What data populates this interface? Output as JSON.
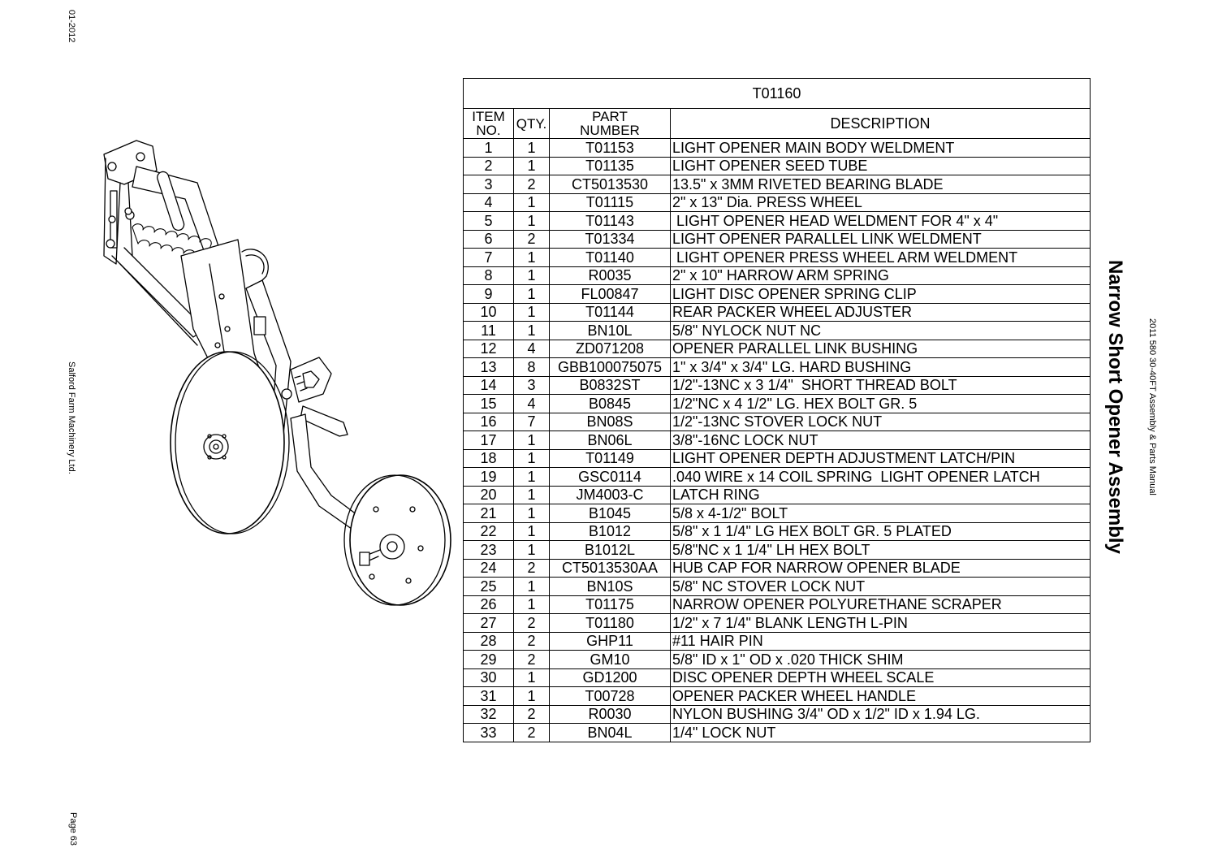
{
  "margin": {
    "date": "01-2012",
    "company": "Salford Farm Machinery Ltd.",
    "page": "Page 63"
  },
  "header": {
    "title": "Narrow Short Opener Assembly",
    "manual": "2011 580 30-40FT Assembly & Parts Manual"
  },
  "table": {
    "assembly_number": "T01160",
    "columns": {
      "item_line1": "ITEM",
      "item_line2": "NO.",
      "qty": "QTY.",
      "part_line1": "PART",
      "part_line2": "NUMBER",
      "desc": "DESCRIPTION"
    },
    "rows": [
      {
        "item": "1",
        "qty": "1",
        "part": "T01153",
        "desc": "LIGHT OPENER MAIN BODY WELDMENT"
      },
      {
        "item": "2",
        "qty": "1",
        "part": "T01135",
        "desc": "LIGHT OPENER SEED TUBE"
      },
      {
        "item": "3",
        "qty": "2",
        "part": "CT5013530",
        "desc": "13.5\" x 3MM RIVETED BEARING BLADE"
      },
      {
        "item": "4",
        "qty": "1",
        "part": "T01115",
        "desc": "2\" x 13\" Dia. PRESS WHEEL"
      },
      {
        "item": "5",
        "qty": "1",
        "part": "T01143",
        "desc": " LIGHT OPENER HEAD WELDMENT FOR 4\" x 4\""
      },
      {
        "item": "6",
        "qty": "2",
        "part": "T01334",
        "desc": "LIGHT OPENER PARALLEL LINK WELDMENT"
      },
      {
        "item": "7",
        "qty": "1",
        "part": "T01140",
        "desc": " LIGHT OPENER PRESS WHEEL ARM WELDMENT"
      },
      {
        "item": "8",
        "qty": "1",
        "part": "R0035",
        "desc": "2\" x 10\" HARROW ARM SPRING"
      },
      {
        "item": "9",
        "qty": "1",
        "part": "FL00847",
        "desc": "LIGHT DISC OPENER SPRING CLIP"
      },
      {
        "item": "10",
        "qty": "1",
        "part": "T01144",
        "desc": "REAR PACKER WHEEL ADJUSTER"
      },
      {
        "item": "11",
        "qty": "1",
        "part": "BN10L",
        "desc": "5/8\" NYLOCK NUT NC"
      },
      {
        "item": "12",
        "qty": "4",
        "part": "ZD071208",
        "desc": "OPENER PARALLEL LINK BUSHING"
      },
      {
        "item": "13",
        "qty": "8",
        "part": "GBB100075075",
        "desc": "1\" x 3/4\" x 3/4\" LG. HARD BUSHING"
      },
      {
        "item": "14",
        "qty": "3",
        "part": "B0832ST",
        "desc": "1/2\"-13NC x 3 1/4\"  SHORT THREAD BOLT"
      },
      {
        "item": "15",
        "qty": "4",
        "part": "B0845",
        "desc": "1/2\"NC x 4 1/2\" LG. HEX BOLT GR. 5"
      },
      {
        "item": "16",
        "qty": "7",
        "part": "BN08S",
        "desc": "1/2\"-13NC STOVER LOCK NUT"
      },
      {
        "item": "17",
        "qty": "1",
        "part": "BN06L",
        "desc": "3/8\"-16NC LOCK NUT"
      },
      {
        "item": "18",
        "qty": "1",
        "part": "T01149",
        "desc": "LIGHT OPENER DEPTH ADJUSTMENT LATCH/PIN"
      },
      {
        "item": "19",
        "qty": "1",
        "part": "GSC0114",
        "desc": ".040 WIRE x 14 COIL SPRING  LIGHT OPENER LATCH"
      },
      {
        "item": "20",
        "qty": "1",
        "part": "JM4003-C",
        "desc": "LATCH RING"
      },
      {
        "item": "21",
        "qty": "1",
        "part": "B1045",
        "desc": "5/8 x 4-1/2\" BOLT"
      },
      {
        "item": "22",
        "qty": "1",
        "part": "B1012",
        "desc": "5/8\" x 1 1/4\" LG HEX BOLT GR. 5 PLATED"
      },
      {
        "item": "23",
        "qty": "1",
        "part": "B1012L",
        "desc": "5/8\"NC x 1 1/4\" LH HEX BOLT"
      },
      {
        "item": "24",
        "qty": "2",
        "part": "CT5013530AA",
        "desc": "HUB CAP FOR NARROW OPENER BLADE"
      },
      {
        "item": "25",
        "qty": "1",
        "part": "BN10S",
        "desc": "5/8\" NC STOVER LOCK NUT"
      },
      {
        "item": "26",
        "qty": "1",
        "part": "T01175",
        "desc": "NARROW OPENER POLYURETHANE SCRAPER"
      },
      {
        "item": "27",
        "qty": "2",
        "part": "T01180",
        "desc": "1/2\" x 7 1/4\" BLANK LENGTH L-PIN"
      },
      {
        "item": "28",
        "qty": "2",
        "part": "GHP11",
        "desc": "#11 HAIR PIN"
      },
      {
        "item": "29",
        "qty": "2",
        "part": "GM10",
        "desc": "5/8\" ID x 1\" OD x .020 THICK SHIM"
      },
      {
        "item": "30",
        "qty": "1",
        "part": "GD1200",
        "desc": "DISC OPENER DEPTH WHEEL SCALE"
      },
      {
        "item": "31",
        "qty": "1",
        "part": "T00728",
        "desc": "OPENER PACKER WHEEL HANDLE"
      },
      {
        "item": "32",
        "qty": "2",
        "part": "R0030",
        "desc": "NYLON BUSHING 3/4\" OD x 1/2\" ID x 1.94 LG."
      },
      {
        "item": "33",
        "qty": "2",
        "part": "BN04L",
        "desc": "1/4\" LOCK NUT"
      }
    ]
  }
}
